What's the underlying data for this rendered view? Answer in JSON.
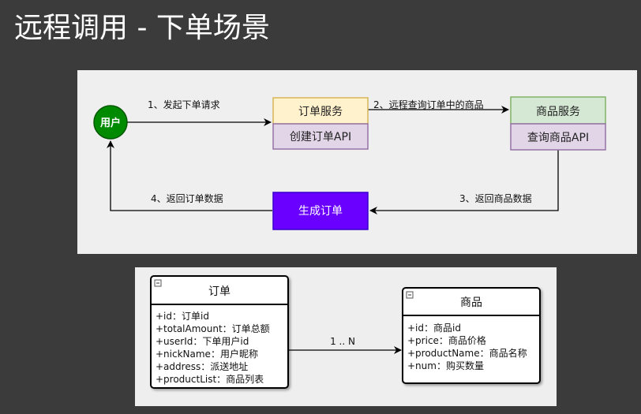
{
  "title": "远程调用 - 下单场景",
  "flow": {
    "user": "用户",
    "order_service": "订单服务",
    "create_order_api": "创建订单API",
    "product_service": "商品服务",
    "query_product_api": "查询商品API",
    "generate_order": "生成订单",
    "step1": "1、发起下单请求",
    "step2": "2、远程查询订单中的商品",
    "step3": "3、返回商品数据",
    "step4": "4、返回订单数据",
    "colors": {
      "user_fill": "#008a00",
      "order_header": "#fff2cc",
      "order_header_border": "#d6b656",
      "api_fill": "#e1d5e7",
      "api_border": "#9673a6",
      "product_header": "#d5e8d4",
      "product_header_border": "#82b366",
      "generate_fill": "#6a00ff"
    }
  },
  "uml": {
    "order_class": {
      "name": "订单",
      "attributes": [
        "+id：订单id",
        "+totalAmount：订单总额",
        "+userId：下单用户id",
        "+nickName：用户昵称",
        "+address：派送地址",
        "+productList：商品列表"
      ]
    },
    "product_class": {
      "name": "商品",
      "attributes": [
        "+id：商品id",
        "+price：商品价格",
        "+productName：商品名称",
        "+num：购买数量"
      ]
    },
    "multiplicity": "1 .. N"
  }
}
